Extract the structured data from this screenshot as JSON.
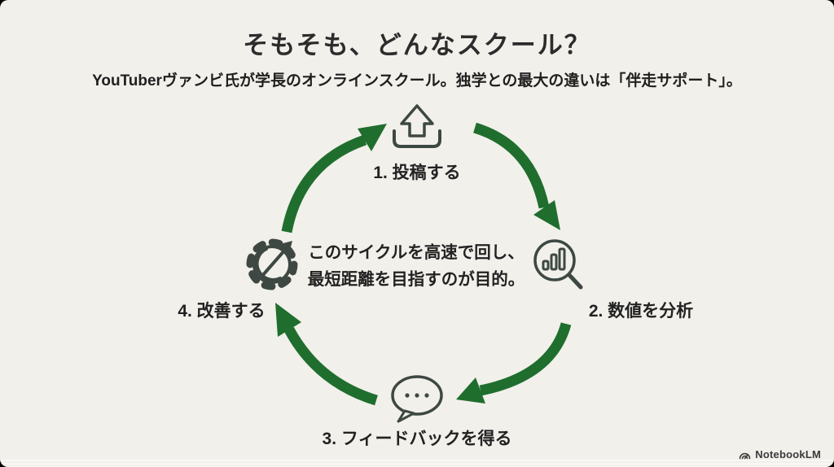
{
  "header": {
    "title": "そもそも、どんなスクール？",
    "subtitle": "YouTuberヴァンビ氏が学長のオンラインスクール。独学との最大の違いは「伴走サポート」。"
  },
  "diagram": {
    "type": "cycle",
    "direction": "clockwise",
    "steps": [
      {
        "label": "1. 投稿する",
        "icon": "upload-icon",
        "position": "top"
      },
      {
        "label": "2. 数値を分析",
        "icon": "magnifier-chart-icon",
        "position": "right"
      },
      {
        "label": "3. フィードバックを得る",
        "icon": "speech-bubble-icon",
        "position": "bottom"
      },
      {
        "label": "4. 改善する",
        "icon": "gear-arrow-icon",
        "position": "left"
      }
    ],
    "center_text_line1": "このサイクルを高速で回し、",
    "center_text_line2": "最短距離を目指すのが目的。",
    "arrow_color": "#1f6e2e",
    "icon_color": "#3e4843"
  },
  "footer": {
    "brand": "NotebookLM"
  },
  "colors": {
    "background": "#f2f0eb",
    "text": "#222222"
  }
}
